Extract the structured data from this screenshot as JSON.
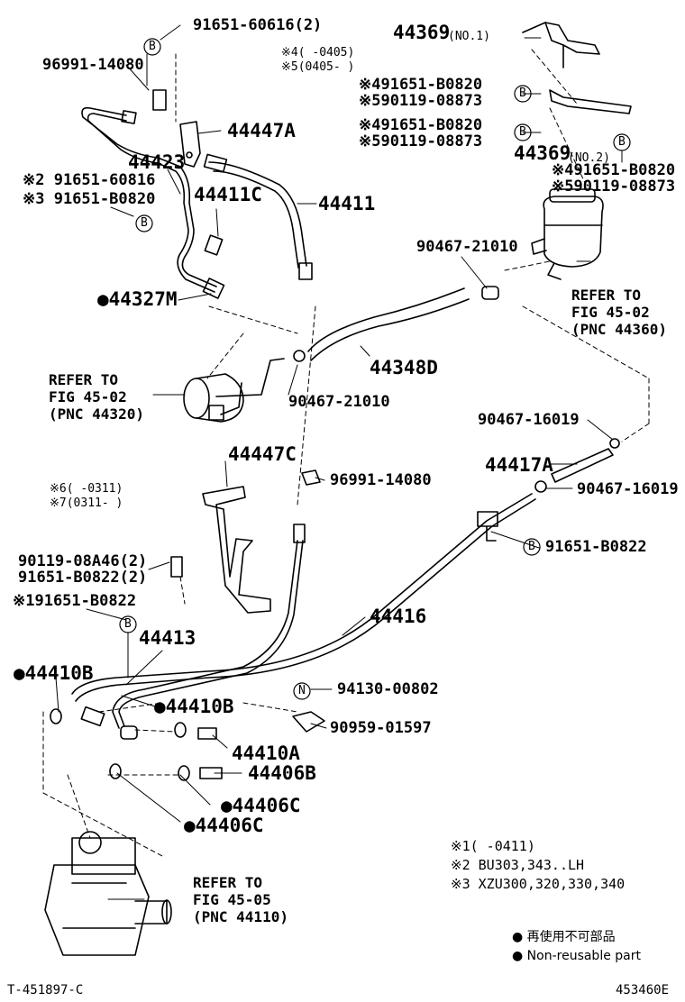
{
  "callouts": {
    "p9165160616_2": "91651-60616(2)",
    "p9699114080_top": "96991-14080",
    "p44447A": "44447A",
    "p44423": "44423",
    "p44411C": "44411C",
    "p44411": "44411",
    "p44327M": "●44327M",
    "p44348D": "44348D",
    "p9046721010_a": "90467-21010",
    "p9046721010_b": "90467-21010",
    "p90467_16019_a": "90467-16019",
    "p44417A": "44417A",
    "p90467_16019_b": "90467-16019",
    "p9699114080_mid": "96991-14080",
    "p44447C": "44447C",
    "p91651B0822_right": "91651-B0822",
    "p9011908A46_2": "90119-08A46(2)",
    "p91651B0822_2": "91651-B0822(2)",
    "p1_91651B0822": "※191651-B0822",
    "p44416": "44416",
    "p44413": "44413",
    "p44410B_left": "●44410B",
    "p44410B_mid": "●44410B",
    "p9413000802": "94130-00802",
    "p9095901597": "90959-01597",
    "p44410A": "44410A",
    "p44406B": "44406B",
    "p44406C_a": "●44406C",
    "p44406C_b": "●44406C",
    "p44369_no1": "44369",
    "no1": "(NO.1)",
    "p44369_no2": "44369",
    "no2": "(NO.2)",
    "x4_b0820_a": "※491651-B0820",
    "x5_08873_a": "※590119-08873",
    "x4_b0820_b": "※491651-B0820",
    "x5_08873_b": "※590119-08873",
    "x4_b0820_c": "※491651-B0820",
    "x5_08873_c": "※590119-08873",
    "x2_60816": "※2 91651-60816",
    "x3_b0820": "※3 91651-B0820"
  },
  "date_notes": {
    "n4": "※4(   -0405)",
    "n5": "※5(0405-   )",
    "n6": "※6(   -0311)",
    "n7": "※7(0311-   )"
  },
  "refers": {
    "r4436": "REFER TO\nFIG 45-02\n(PNC 44360)",
    "r4432": "REFER TO\nFIG 45-02\n(PNC 44320)",
    "r4411": "REFER TO\nFIG 45-05\n(PNC 44110)"
  },
  "symbols": {
    "b": "B",
    "n": "N"
  },
  "footnotes": {
    "f1": "※1(     -0411)",
    "f2": "※2 BU303,343..LH",
    "f3": "※3 XZU300,320,330,340"
  },
  "legend": {
    "jp": "● 再使用不可部品",
    "en": "● Non-reusable part"
  },
  "corners": {
    "left": "T-451897-C",
    "right": "453460E"
  }
}
